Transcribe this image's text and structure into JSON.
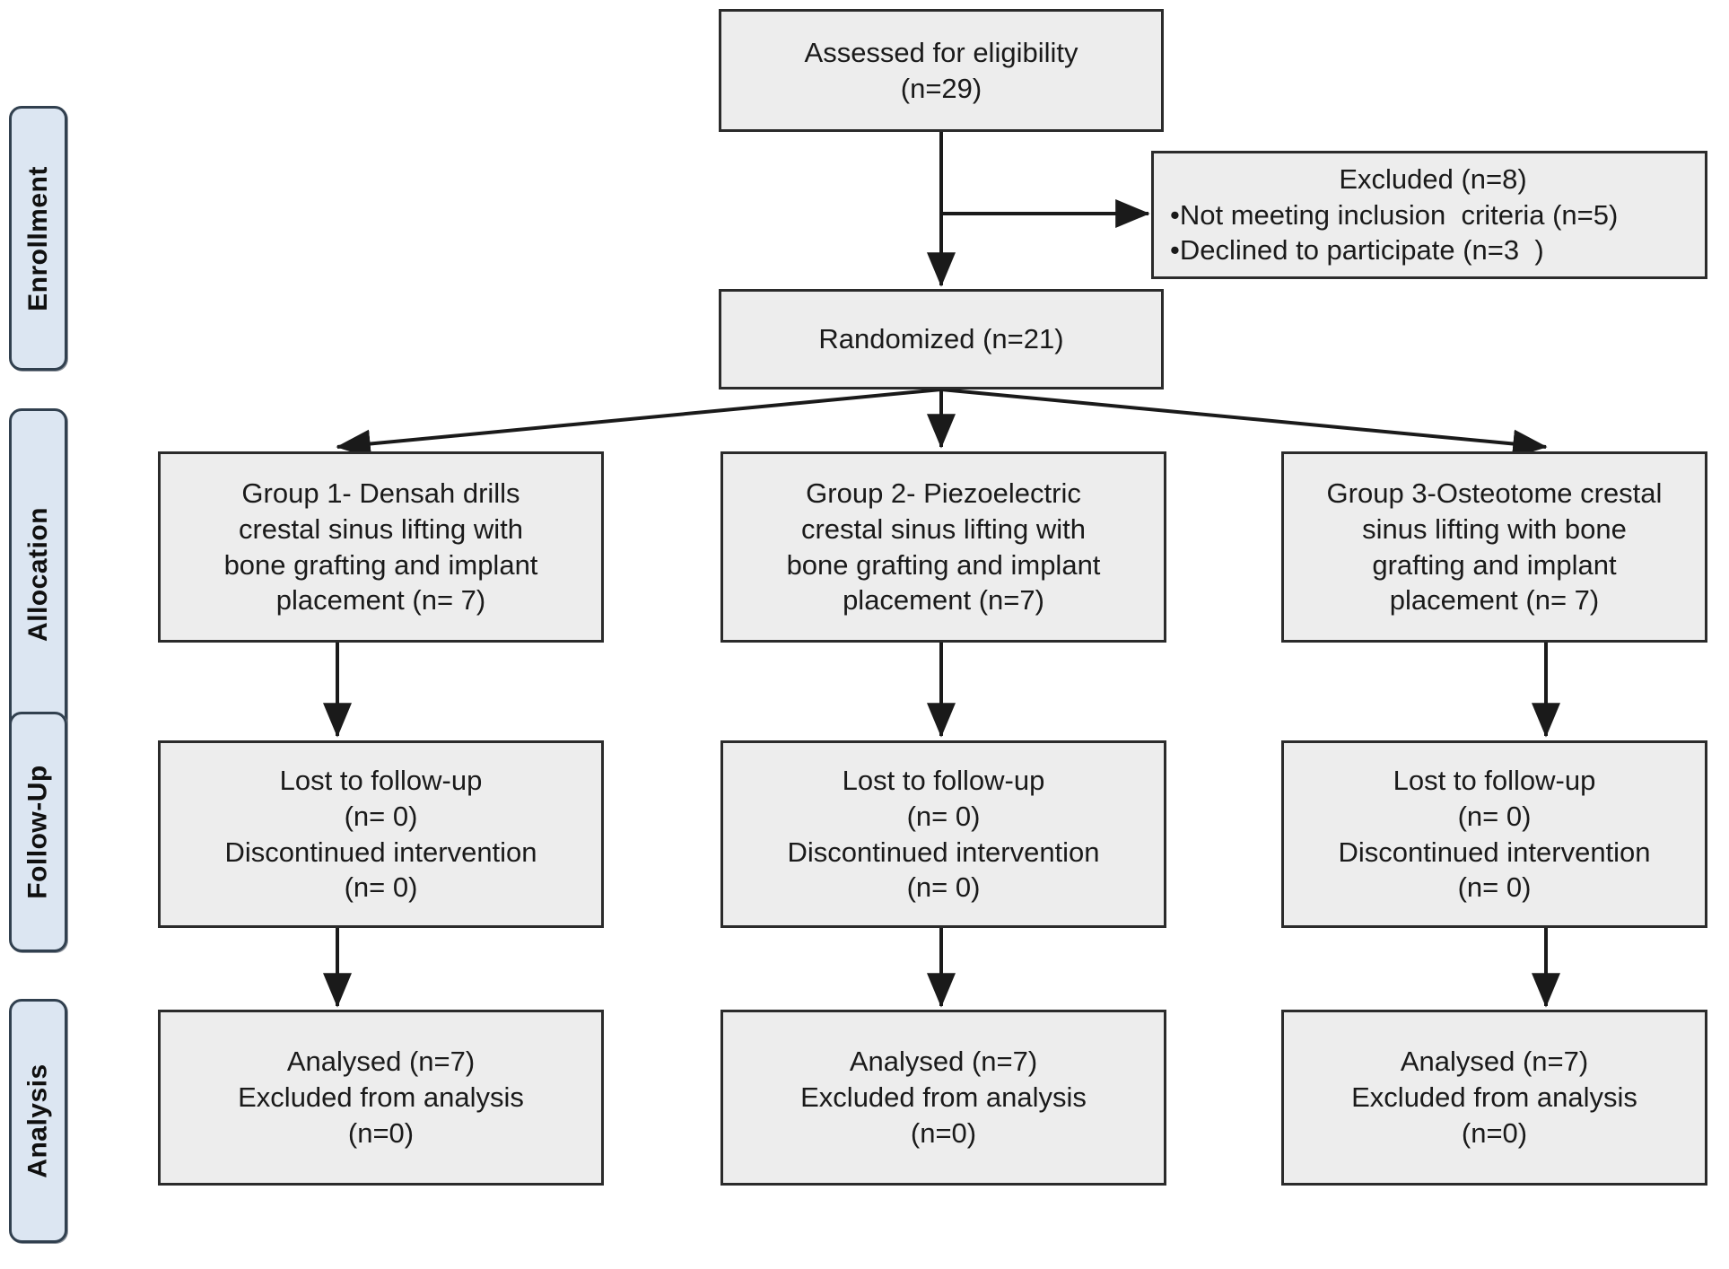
{
  "diagram": {
    "title": "CONSORT participant flow diagram",
    "colors": {
      "box_fill": "#ededed",
      "box_border": "#2b2b2b",
      "phase_fill": "#dce6f2",
      "phase_border": "#31404f",
      "connector": "#1a1a1a"
    }
  },
  "phases": [
    {
      "id": "enrollment",
      "label": "Enrollment"
    },
    {
      "id": "allocation",
      "label": "Allocation"
    },
    {
      "id": "followup",
      "label": "Follow-Up"
    },
    {
      "id": "analysis",
      "label": "Analysis"
    }
  ],
  "nodes": {
    "assessed": {
      "name": "assessed-for-eligibility-box",
      "lines": [
        "Assessed for eligibility",
        "(n=29)"
      ]
    },
    "excluded": {
      "name": "excluded-box",
      "heading": "Excluded (n=8)",
      "bullets": [
        "•Not meeting inclusion  criteria (n=5)",
        "•Declined to participate (n=3  )"
      ]
    },
    "randomized": {
      "name": "randomized-box",
      "lines": [
        "Randomized (n=21)"
      ]
    },
    "allocation_group1": {
      "name": "allocation-group-1-box",
      "lines": [
        "Group 1- Densah drills",
        "crestal sinus lifting with",
        "bone grafting and implant",
        "placement (n= 7)"
      ]
    },
    "allocation_group2": {
      "name": "allocation-group-2-box",
      "lines": [
        "Group 2- Piezoelectric",
        "crestal sinus lifting with",
        "bone grafting and implant",
        "placement (n=7)"
      ]
    },
    "allocation_group3": {
      "name": "allocation-group-3-box",
      "lines": [
        "Group 3-Osteotome crestal",
        "sinus lifting with bone",
        "grafting and implant",
        "placement (n= 7)"
      ]
    },
    "followup_group1": {
      "name": "followup-group-1-box",
      "lines": [
        "Lost to follow-up",
        "(n= 0)",
        "Discontinued intervention",
        "(n= 0)"
      ]
    },
    "followup_group2": {
      "name": "followup-group-2-box",
      "lines": [
        "Lost to follow-up",
        "(n= 0)",
        "Discontinued intervention",
        "(n= 0)"
      ]
    },
    "followup_group3": {
      "name": "followup-group-3-box",
      "lines": [
        "Lost to follow-up",
        "(n= 0)",
        "Discontinued intervention",
        "(n= 0)"
      ]
    },
    "analysis_group1": {
      "name": "analysis-group-1-box",
      "lines": [
        "Analysed (n=7)",
        "Excluded from analysis",
        "(n=0)"
      ]
    },
    "analysis_group2": {
      "name": "analysis-group-2-box",
      "lines": [
        "Analysed (n=7)",
        "Excluded from analysis",
        "(n=0)"
      ]
    },
    "analysis_group3": {
      "name": "analysis-group-3-box",
      "lines": [
        "Analysed (n=7)",
        "Excluded from analysis",
        "(n=0)"
      ]
    }
  }
}
